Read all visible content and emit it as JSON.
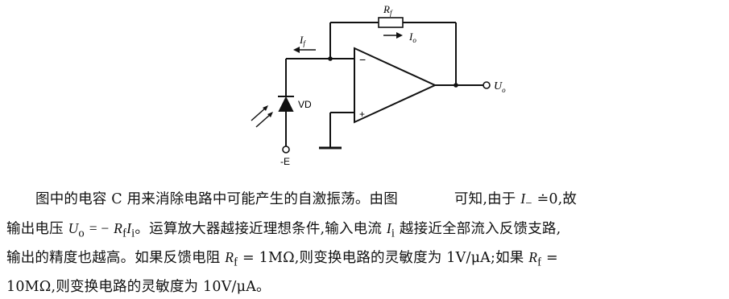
{
  "circuit": {
    "rf_label": "R",
    "rf_sub": "f",
    "if_label": "I",
    "if_sub": "f",
    "io_label": "I",
    "io_sub": "o",
    "out_label": "U",
    "out_sub": "o",
    "diode_label": "VD",
    "supply_label": "-E",
    "minus_sign": "−",
    "plus_sign": "+"
  },
  "caption": {
    "l1_a": "图中的电容 C 用来消除电路中可能产生的自激振荡。由图",
    "l1_b": "可知,由于",
    "l1_var": "I",
    "l1_sub": "−",
    "l1_c": " ≐0,故",
    "l2_a": "输出电压",
    "l2_var": "U",
    "l2_sub": "o",
    "l2_eq": "= −",
    "l2_r": "R",
    "l2_rsub": "f",
    "l2_i": "I",
    "l2_isub": "i",
    "l2_b": "。运算放大器越接近理想条件,输入电流",
    "l2_i2": "I",
    "l2_i2sub": "i",
    "l2_c": "越接近全部流入反馈支路,",
    "l3_a": "输出的精度也越高。如果反馈电阻",
    "l3_r": "R",
    "l3_rsub": "f",
    "l3_b": "= 1MΩ,则变换电路的灵敏度为 1V/μA;如果",
    "l3_r2": "R",
    "l3_r2sub": "f",
    "l3_c": " =",
    "l4_a": "10MΩ,则变换电路的灵敏度为 10V/μA。"
  }
}
